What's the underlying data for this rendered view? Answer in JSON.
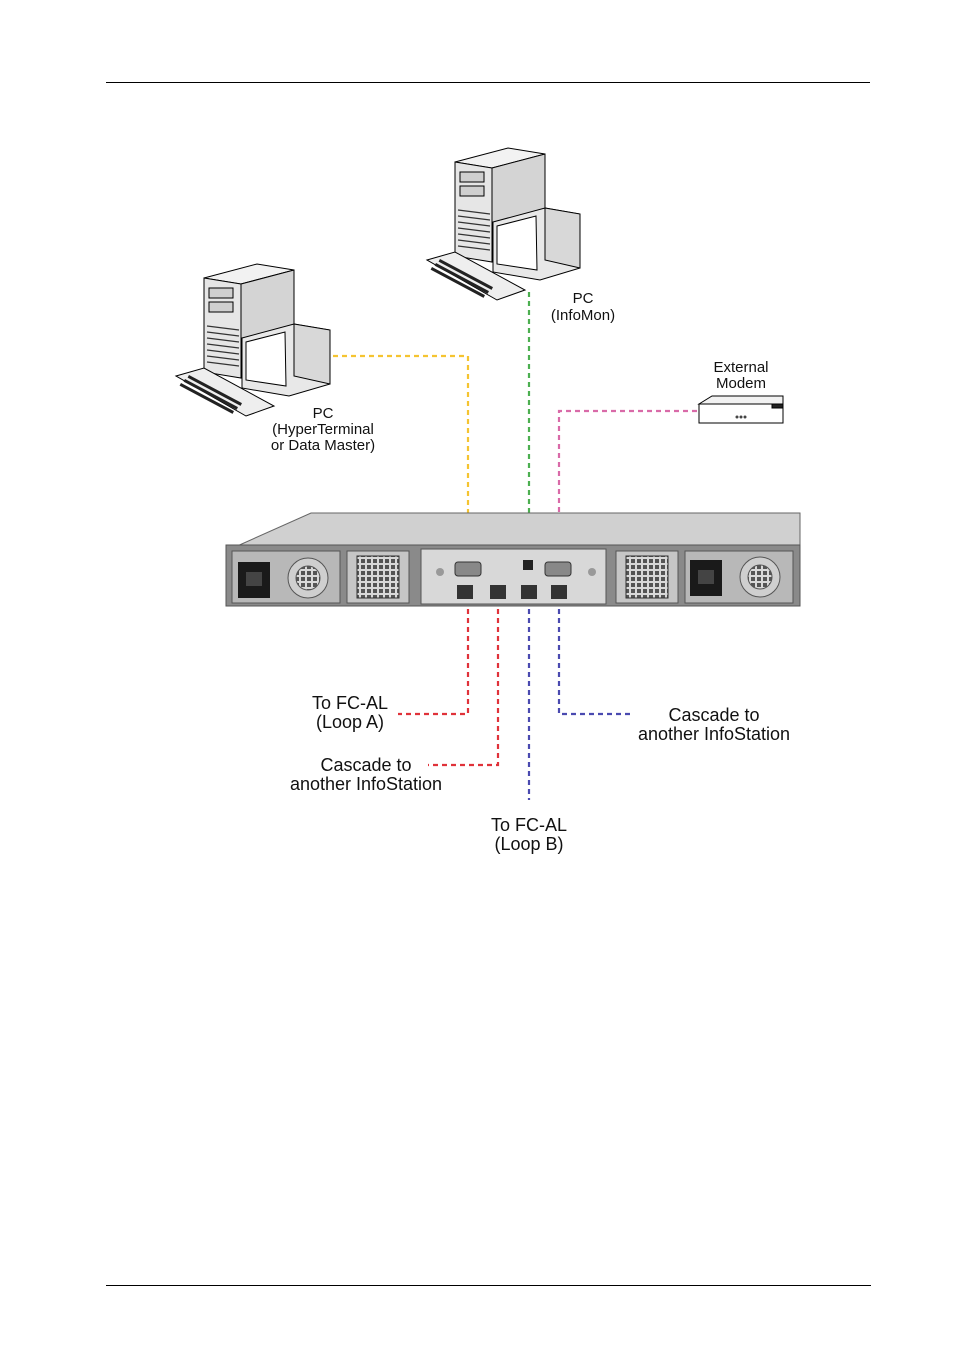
{
  "labels": {
    "pc_infomon": {
      "line1": "PC",
      "line2": "(InfoMon)"
    },
    "pc_hyper": {
      "line1": "PC",
      "line2": "(HyperTerminal",
      "line3": "or Data Master)"
    },
    "modem": {
      "line1": "External",
      "line2": "Modem"
    },
    "loop_a": {
      "line1": "To FC-AL",
      "line2": "(Loop A)"
    },
    "cascade_left": {
      "line1": "Cascade to",
      "line2": "another InfoStation"
    },
    "loop_b": {
      "line1": "To FC-AL",
      "line2": "(Loop B)"
    },
    "cascade_right": {
      "line1": "Cascade to",
      "line2": "another InfoStation"
    }
  },
  "colors": {
    "yellow_link": "#f5c431",
    "green_link": "#4caf50",
    "pink_link": "#d96aa8",
    "red_link": "#e0323a",
    "blue_link": "#4a4ab0"
  }
}
